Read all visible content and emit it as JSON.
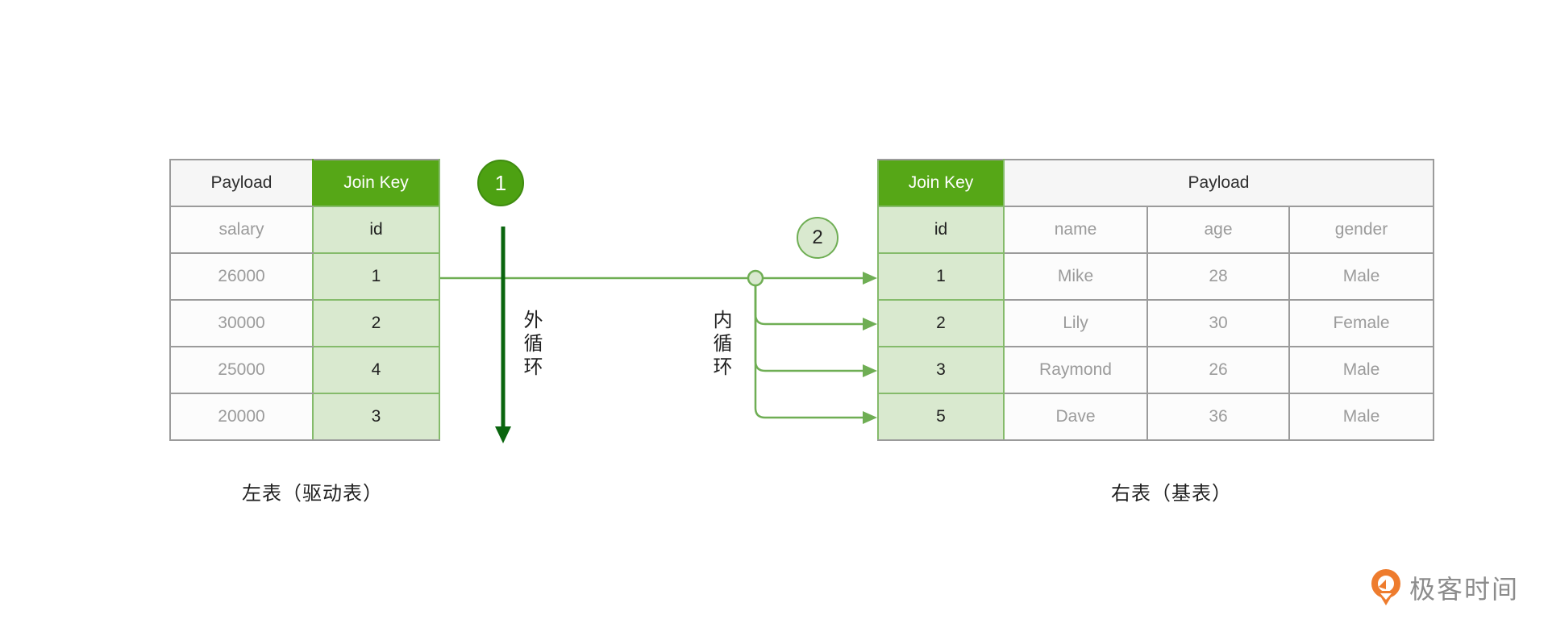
{
  "left_table": {
    "headers": [
      "Payload",
      "Join Key"
    ],
    "rows": [
      [
        "salary",
        "id"
      ],
      [
        "26000",
        "1"
      ],
      [
        "30000",
        "2"
      ],
      [
        "25000",
        "4"
      ],
      [
        "20000",
        "3"
      ]
    ],
    "caption": "左表（驱动表）"
  },
  "right_table": {
    "headers": [
      "Join Key",
      "Payload"
    ],
    "rows": [
      [
        "id",
        "name",
        "age",
        "gender"
      ],
      [
        "1",
        "Mike",
        "28",
        "Male"
      ],
      [
        "2",
        "Lily",
        "30",
        "Female"
      ],
      [
        "3",
        "Raymond",
        "26",
        "Male"
      ],
      [
        "5",
        "Dave",
        "36",
        "Male"
      ]
    ],
    "caption": "右表（基表）"
  },
  "annotations": {
    "step1_badge": "1",
    "step2_badge": "2",
    "outer_loop_label": "外循环",
    "inner_loop_label": "内循环"
  },
  "branding": {
    "logo_text": "极客时间"
  },
  "colors": {
    "header_green": "#56a717",
    "key_cell_green": "#d9e9cf",
    "key_border_green": "#85bb6b",
    "connector_green": "#6fae54",
    "outer_loop_arrow_green": "#0a650e",
    "step1_fill_green": "#4da112",
    "muted_text_gray": "#9b9b9b",
    "border_gray": "#9b9b9b",
    "logo_orange": "#ee7c2e"
  }
}
